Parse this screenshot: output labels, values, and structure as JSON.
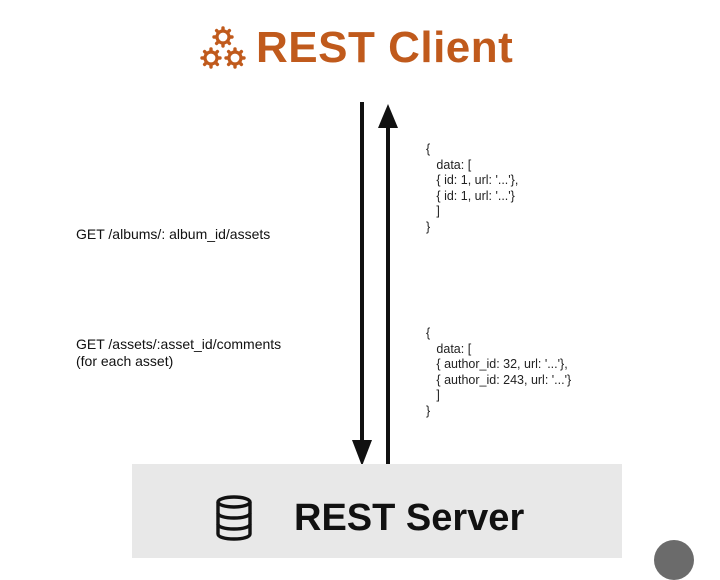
{
  "client": {
    "title": "REST Client",
    "icon": "gears-icon",
    "color": "#c05a1c"
  },
  "server": {
    "title": "REST Server",
    "icon": "database-icon",
    "background": "#e8e8e8"
  },
  "requests": [
    {
      "line1": "GET /albums/: album_id/assets",
      "line2": ""
    },
    {
      "line1": "GET /assets/:asset_id/comments",
      "line2": "(for each asset)"
    }
  ],
  "responses": [
    {
      "text": "{\n   data: [\n   { id: 1, url: '...'},\n   { id: 1, url: '...'}\n   ]\n}"
    },
    {
      "text": "{\n   data: [\n   { author_id: 32, url: '...'},\n   { author_id: 243, url: '...'}\n   ]\n}"
    }
  ]
}
